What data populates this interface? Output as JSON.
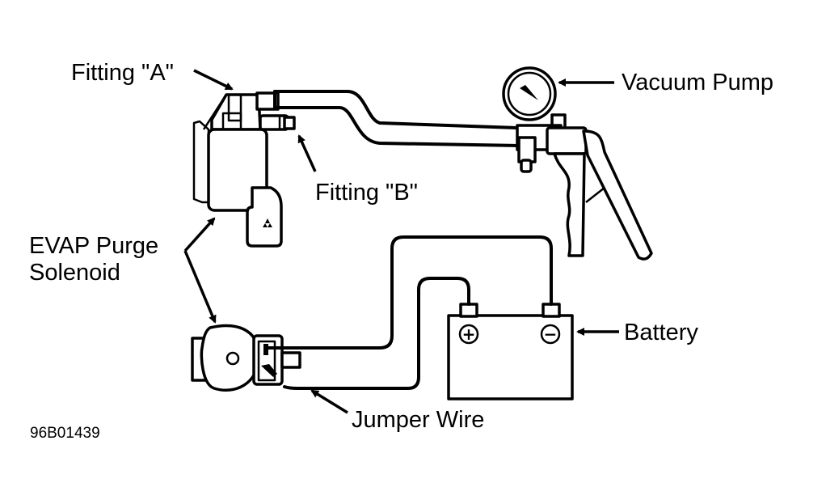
{
  "diagram": {
    "title": "EVAP Purge Solenoid Test Setup",
    "labels": {
      "fitting_a": "Fitting \"A\"",
      "fitting_b": "Fitting \"B\"",
      "vacuum_pump": "Vacuum Pump",
      "evap_line1": "EVAP Purge",
      "evap_line2": "Solenoid",
      "battery": "Battery",
      "jumper_wire": "Jumper Wire"
    },
    "battery_terminals": {
      "positive": "+",
      "negative": "−"
    },
    "figure_code": "96B01439",
    "colors": {
      "ink": "#000000",
      "background": "#ffffff"
    }
  }
}
